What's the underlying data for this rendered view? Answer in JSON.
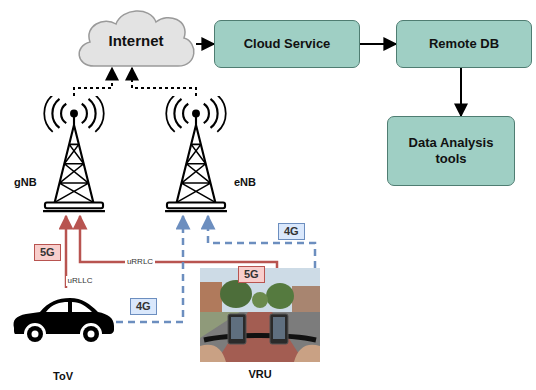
{
  "diagram": {
    "nodes": [
      {
        "text": [
          "Internet"
        ]
      },
      {
        "text": [
          "Cloud Service"
        ]
      },
      {
        "text": [
          "Remote DB"
        ]
      },
      {
        "text": [
          "Data Analysis tools"
        ]
      },
      {
        "text": [
          "gNB"
        ]
      },
      {
        "text": [
          "eNB"
        ]
      },
      {
        "text": [
          "ToV"
        ]
      },
      {
        "text": [
          "VRU"
        ]
      }
    ],
    "edges": [
      {
        "from": 0,
        "to": 1,
        "arrow": "to"
      },
      {
        "from": 1,
        "to": 2,
        "arrow": "to"
      },
      {
        "from": 2,
        "to": 3,
        "arrow": "to"
      },
      {
        "from": 4,
        "to": 0,
        "arrow": "to"
      },
      {
        "from": 5,
        "to": 0,
        "arrow": "to"
      },
      {
        "from": 6,
        "to": 4,
        "label": "uRLLC",
        "arrow": "to"
      },
      {
        "from": 7,
        "to": 4,
        "label": "uRRLC",
        "arrow": "to"
      },
      {
        "from": 6,
        "to": 5,
        "arrow": "to"
      },
      {
        "from": 7,
        "to": 5,
        "arrow": "to"
      }
    ],
    "labels": [
      "5G",
      "5G",
      "4G",
      "4G"
    ]
  }
}
